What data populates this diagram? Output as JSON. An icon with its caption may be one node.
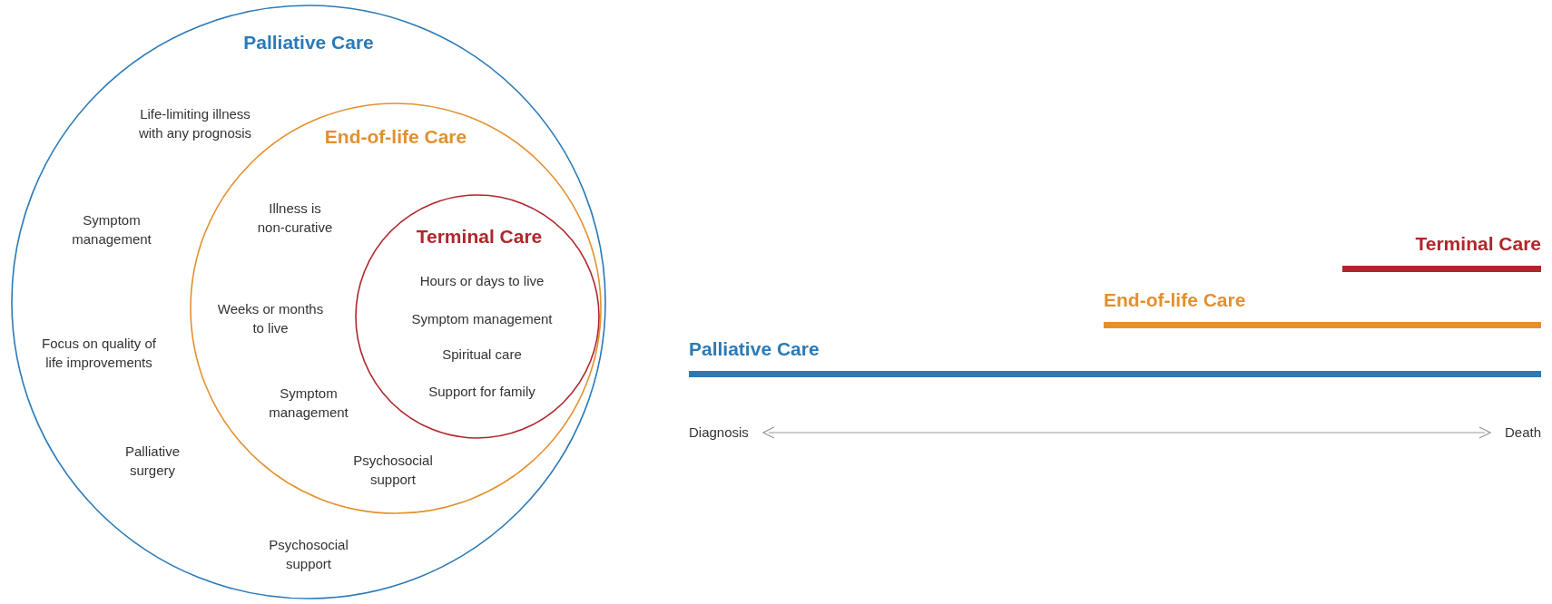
{
  "diagram": {
    "nodes": [
      {
        "text": [
          "Palliative Care",
          "Life-limiting illness with any prognosis",
          "Symptom management",
          "Focus on quality of life improvements",
          "Palliative surgery",
          "Psychosocial support"
        ]
      },
      {
        "text": [
          "End-of-life Care",
          "Illness is non-curative",
          "Weeks or months to live",
          "Symptom management",
          "Psychosocial support"
        ],
        "in": 0
      },
      {
        "text": [
          "Terminal Care",
          "Hours or days to live",
          "Symptom management",
          "Spiritual care",
          "Support for family"
        ],
        "in": 1
      },
      {
        "text": [
          "Terminal Care"
        ]
      },
      {
        "text": [
          "End-of-life Care"
        ]
      },
      {
        "text": [
          "Palliative Care"
        ]
      },
      {
        "text": [
          "Diagnosis"
        ]
      },
      {
        "text": [
          "Death"
        ]
      }
    ],
    "edges": [
      {
        "from": 6,
        "to": 7,
        "arrow": "both"
      }
    ]
  }
}
